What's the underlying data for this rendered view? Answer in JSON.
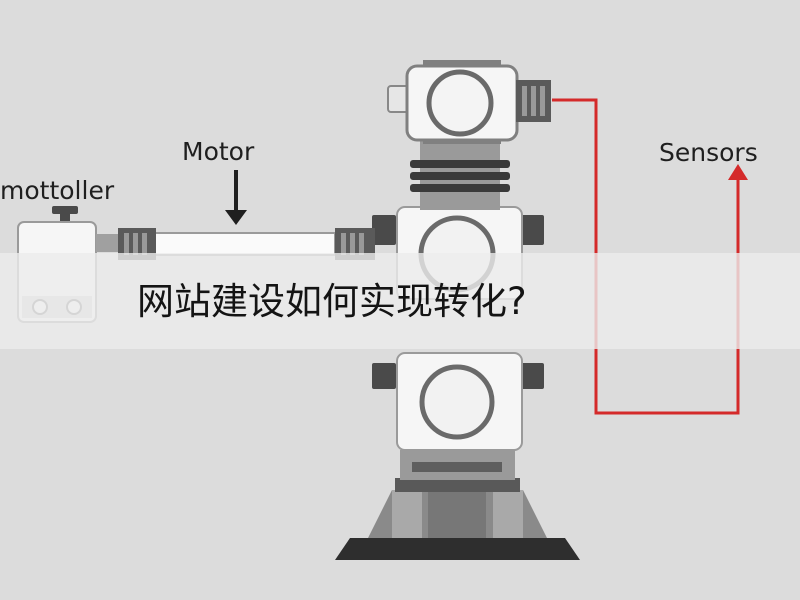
{
  "labels": {
    "controller": "mottoller",
    "motor": "Motor",
    "sensors": "Sensors"
  },
  "banner": {
    "title": "网站建设如何实现转化?"
  },
  "colors": {
    "background": "#dcdcdc",
    "feedback_line": "#d42a2a",
    "module_face": "#f6f6f6",
    "joint_dark": "#4a4a4a",
    "base_dark": "#2e2e2e"
  }
}
